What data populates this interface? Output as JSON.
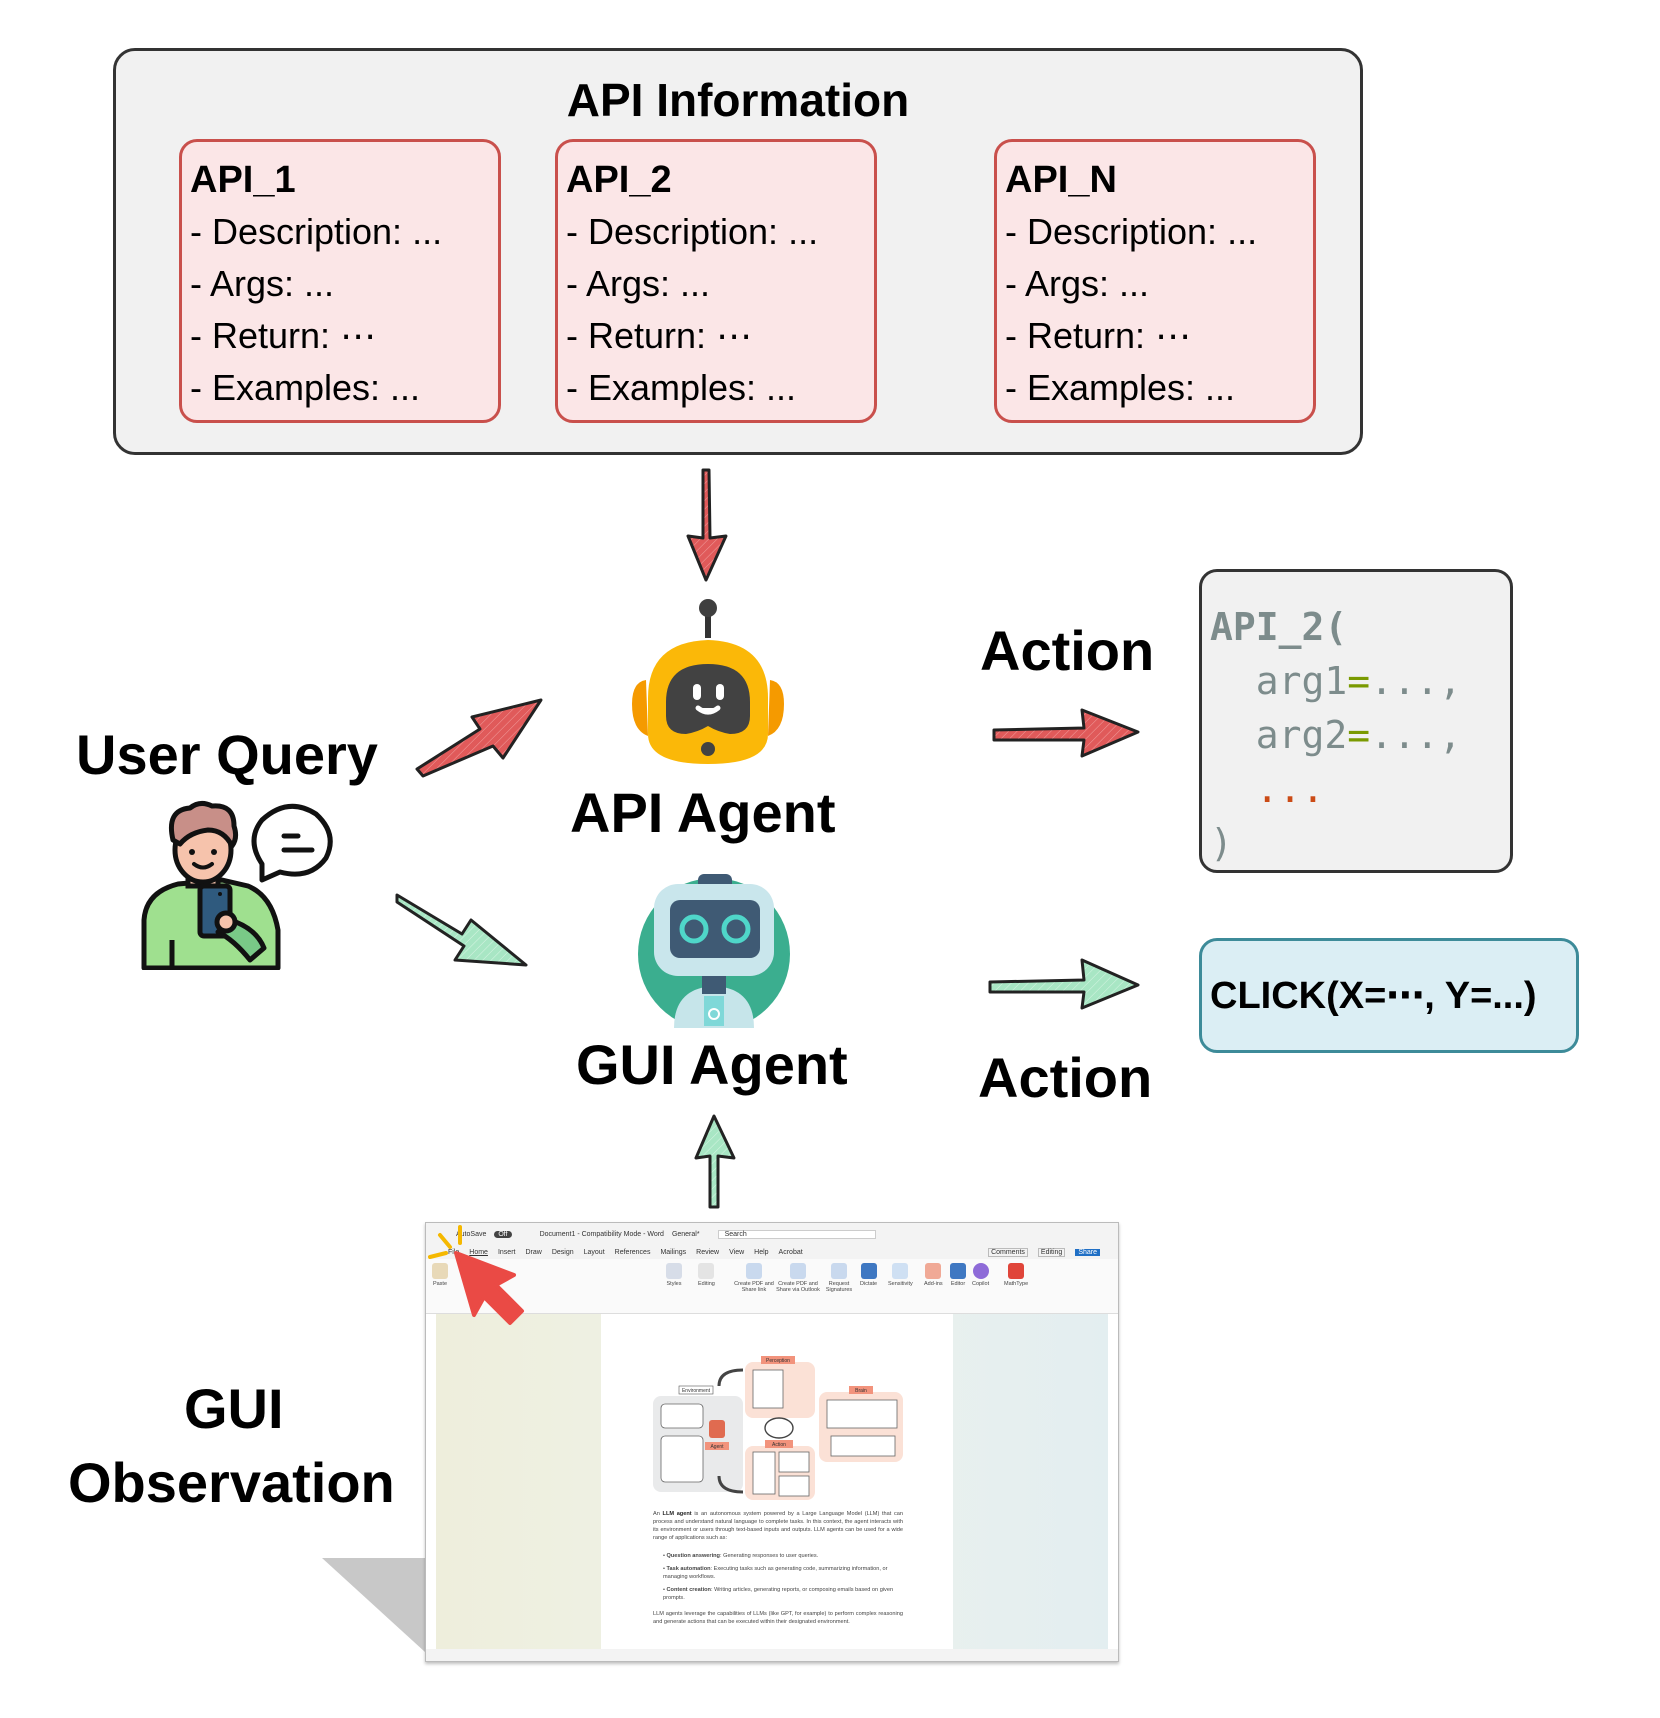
{
  "api_information": {
    "title": "API Information",
    "apis": [
      {
        "name": "API_1",
        "fields": [
          "- Description: ...",
          "- Args: ...",
          "- Return: ⋯",
          "- Examples: ..."
        ]
      },
      {
        "name": "API_2",
        "fields": [
          "- Description: ...",
          "- Args: ...",
          "- Return: ⋯",
          "- Examples: ..."
        ]
      },
      {
        "name": "API_N",
        "fields": [
          "- Description: ...",
          "- Args: ...",
          "- Return: ⋯",
          "- Examples: ..."
        ]
      }
    ]
  },
  "user_query": {
    "label": "User Query"
  },
  "api_agent": {
    "label": "API Agent"
  },
  "gui_agent": {
    "label": "GUI Agent"
  },
  "api_action": {
    "label": "Action",
    "code": {
      "fn": "API_2(",
      "arg1": "arg1",
      "arg2": "arg2",
      "eq": "=",
      "val": "...,",
      "ellipsis": "...",
      "close": ")"
    }
  },
  "gui_action": {
    "label": "Action",
    "code": "CLICK(X=⋯, Y=...)"
  },
  "gui_observation": {
    "label_line1": "GUI",
    "label_line2": "Observation"
  },
  "screenshot": {
    "titlebar": [
      "AutoSave",
      "Off",
      "Document1 - Compatibility Mode - Word",
      "General*",
      "Search"
    ],
    "menu": [
      "File",
      "Home",
      "Insert",
      "Draw",
      "Design",
      "Layout",
      "References",
      "Mailings",
      "Review",
      "View",
      "Help",
      "Acrobat"
    ],
    "right_buttons": [
      "Comments",
      "Editing",
      "Share"
    ],
    "ribbon_groups": [
      "Paste",
      "Styles",
      "Editing",
      "Create PDF and Share link",
      "Create PDF and Share via Outlook",
      "Request Signatures",
      "Dictate",
      "Sensitivity",
      "Add-ins",
      "Editor",
      "Copilot",
      "MathType"
    ],
    "figure_labels": [
      "Environment",
      "Perception",
      "Brain",
      "Agent",
      "Action"
    ],
    "paragraph1_bold": "LLM agent",
    "paragraph1_pre": "An",
    "paragraph1_post": "is an autonomous system powered by a Large Language Model (LLM) that can process and understand natural language to complete tasks. In this context, the agent interacts with its environment or users through text-based inputs and outputs. LLM agents can be used for a wide range of applications such as:",
    "bullets": [
      {
        "bold": "Question answering",
        "text": ": Generating responses to user queries."
      },
      {
        "bold": "Task automation",
        "text": ": Executing tasks such as generating code, summarizing information, or managing workflows."
      },
      {
        "bold": "Content creation",
        "text": ": Writing articles, generating reports, or composing emails based on given prompts."
      }
    ],
    "paragraph2": "LLM agents leverage the capabilities of LLMs (like GPT, for example) to perform complex reasoning and generate actions that can be executed within their designated environment."
  },
  "colors": {
    "api_arrow": "#e05a5a",
    "gui_arrow": "#a8e6c4",
    "api_card_border": "#c9504c",
    "click_box_border": "#3d8b99"
  }
}
